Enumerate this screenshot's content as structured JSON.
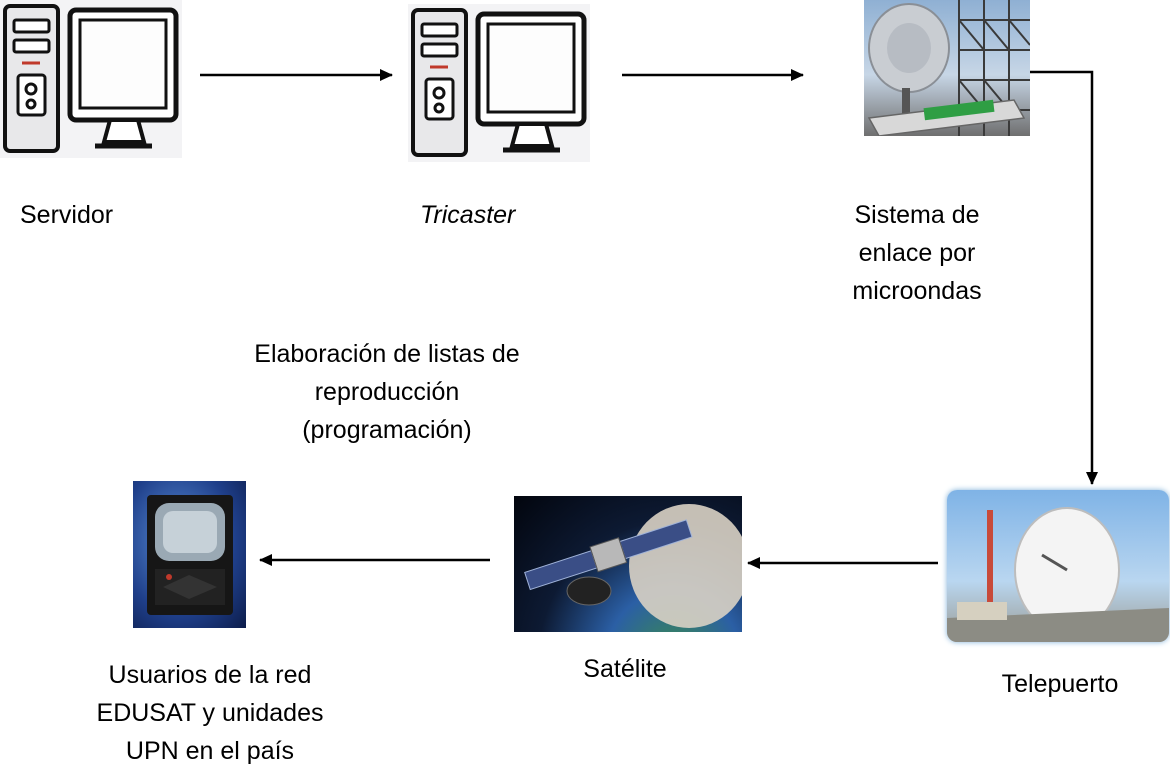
{
  "nodes": {
    "servidor": {
      "label": "Servidor",
      "icon": "computer-icon"
    },
    "tricaster": {
      "label": "Tricaster",
      "icon": "computer-icon"
    },
    "microondas": {
      "label_lines": [
        "Sistema de",
        "enlace por",
        "microondas"
      ],
      "icon": "microwave-antenna-icon"
    },
    "telepuerto": {
      "label": "Telepuerto",
      "icon": "satellite-dish-icon"
    },
    "satelite": {
      "label": "Satélite",
      "icon": "satellite-icon"
    },
    "usuarios": {
      "label_lines": [
        "Usuarios de la red",
        "EDUSAT y unidades",
        "UPN en el país"
      ],
      "icon": "television-icon"
    }
  },
  "note": {
    "lines": [
      "Elaboración de listas de",
      "reproducción",
      "(programación)"
    ]
  }
}
